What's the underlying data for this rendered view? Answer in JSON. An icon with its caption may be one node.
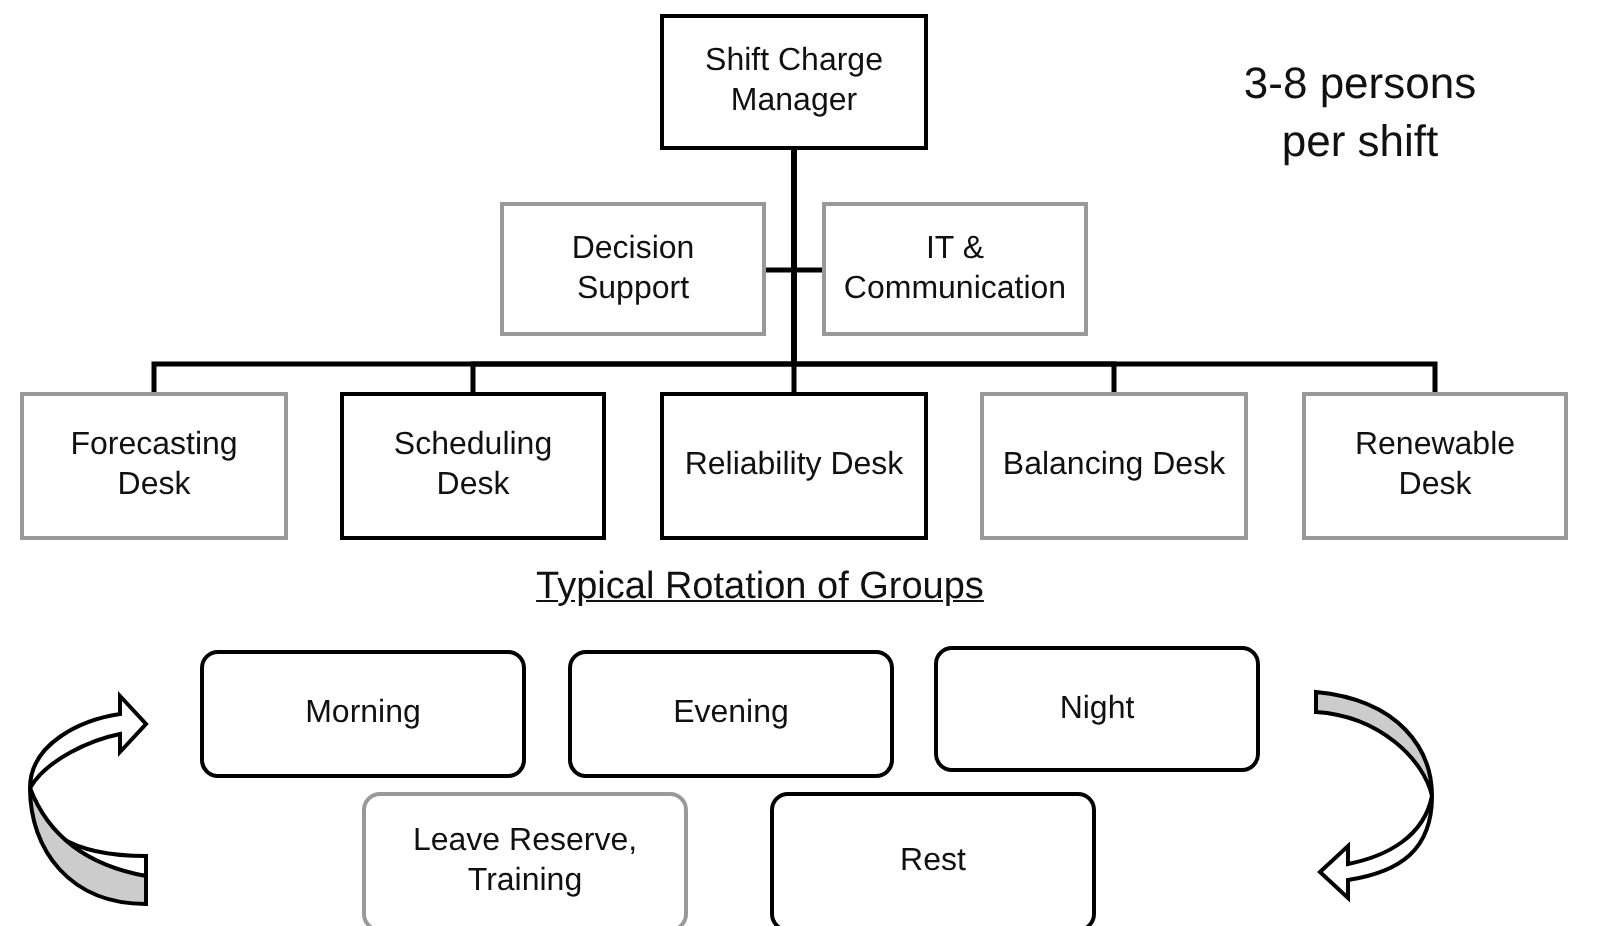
{
  "diagram": {
    "nodes": [
      {
        "text": [
          "Shift Charge Manager"
        ]
      },
      {
        "text": [
          "Decision Support"
        ]
      },
      {
        "text": [
          "IT & Communication"
        ]
      },
      {
        "text": [
          "Forecasting Desk"
        ]
      },
      {
        "text": [
          "Scheduling Desk"
        ]
      },
      {
        "text": [
          "Reliability Desk"
        ]
      },
      {
        "text": [
          "Balancing Desk"
        ]
      },
      {
        "text": [
          "Renewable Desk"
        ]
      },
      {
        "text": [
          "Morning"
        ]
      },
      {
        "text": [
          "Evening"
        ]
      },
      {
        "text": [
          "Night"
        ]
      },
      {
        "text": [
          "Leave Reserve, Training"
        ]
      },
      {
        "text": [
          "Rest"
        ]
      }
    ],
    "edges": [
      {
        "from": 0,
        "to": 1,
        "arrow": "none"
      },
      {
        "from": 0,
        "to": 2,
        "arrow": "none"
      },
      {
        "from": 0,
        "to": 3,
        "arrow": "none"
      },
      {
        "from": 0,
        "to": 4,
        "arrow": "none"
      },
      {
        "from": 0,
        "to": 5,
        "arrow": "none"
      },
      {
        "from": 0,
        "to": 6,
        "arrow": "none"
      },
      {
        "from": 0,
        "to": 7,
        "arrow": "none"
      }
    ],
    "labels": [
      "3-8 persons per shift",
      "Typical Rotation of Groups"
    ]
  }
}
